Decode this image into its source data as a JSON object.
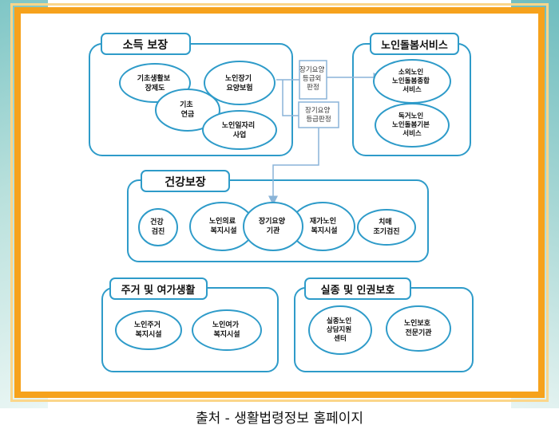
{
  "colors": {
    "stroke": "#2e9bc9",
    "arrow": "#8ab4d8",
    "frame": "#f6a21c",
    "text": "#111111"
  },
  "groups": [
    {
      "id": "income",
      "title": "소득 보장"
    },
    {
      "id": "care",
      "title": "노인돌봄서비스"
    },
    {
      "id": "health",
      "title": "건강보장"
    },
    {
      "id": "housing",
      "title": "주거 및 여가생활"
    },
    {
      "id": "missing",
      "title": "실종 및 인권보호"
    }
  ],
  "nodes": [
    {
      "id": "basic-livelihood",
      "lines": [
        "기초생활보",
        "장제도"
      ]
    },
    {
      "id": "ltc-insurance",
      "lines": [
        "노인장기",
        "요양보험"
      ]
    },
    {
      "id": "basic-pension",
      "lines": [
        "기초",
        "연금"
      ]
    },
    {
      "id": "senior-jobs",
      "lines": [
        "노인일자리",
        "사업"
      ]
    },
    {
      "id": "isolated-care",
      "lines": [
        "소외노인",
        "노인돌봄종합",
        "서비스"
      ]
    },
    {
      "id": "solo-care",
      "lines": [
        "독거노인",
        "노인돌봄기본",
        "서비스"
      ]
    },
    {
      "id": "health-checkup",
      "lines": [
        "건강",
        "검진"
      ]
    },
    {
      "id": "medical-welfare",
      "lines": [
        "노인의료",
        "복지시설"
      ]
    },
    {
      "id": "ltc-facility",
      "lines": [
        "장기요양",
        "기관"
      ]
    },
    {
      "id": "home-welfare",
      "lines": [
        "재가노인",
        "복지시설"
      ]
    },
    {
      "id": "dementia-screening",
      "lines": [
        "치매",
        "조기검진"
      ]
    },
    {
      "id": "housing-facility",
      "lines": [
        "노인주거",
        "복지시설"
      ]
    },
    {
      "id": "leisure-facility",
      "lines": [
        "노인여가",
        "복지시설"
      ]
    },
    {
      "id": "missing-center",
      "lines": [
        "실종노인",
        "상담지원",
        "센터"
      ]
    },
    {
      "id": "protection-agency",
      "lines": [
        "노인보호",
        "전문기관"
      ]
    }
  ],
  "decisions": [
    {
      "id": "outside-grade",
      "lines": [
        "장기요양",
        "등급외",
        "판정"
      ]
    },
    {
      "id": "grade",
      "lines": [
        "장기요양",
        "등급판정"
      ]
    }
  ],
  "caption": "출처 - 생활법령정보 홈페이지"
}
